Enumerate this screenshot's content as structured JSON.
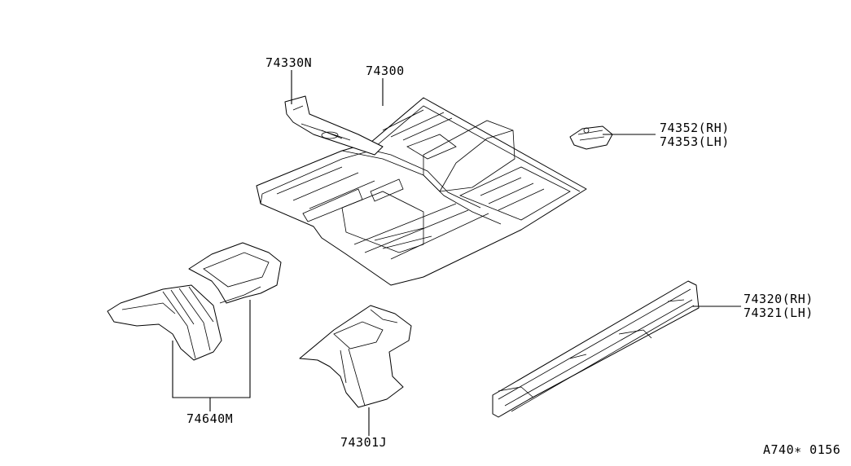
{
  "diagram": {
    "code": "A740∗ 0156",
    "parts": [
      {
        "id": "front-floor",
        "labels": [
          "74300"
        ]
      },
      {
        "id": "tunnel-reinforce",
        "labels": [
          "74330N"
        ]
      },
      {
        "id": "bracket",
        "labels": [
          "74352(RH)",
          "74353(LH)"
        ]
      },
      {
        "id": "sill-inner",
        "labels": [
          "74320(RH)",
          "74321(LH)"
        ]
      },
      {
        "id": "rear-floor-ext",
        "labels": [
          "74640M"
        ]
      },
      {
        "id": "rear-floor-center",
        "labels": [
          "74301J"
        ]
      }
    ]
  }
}
